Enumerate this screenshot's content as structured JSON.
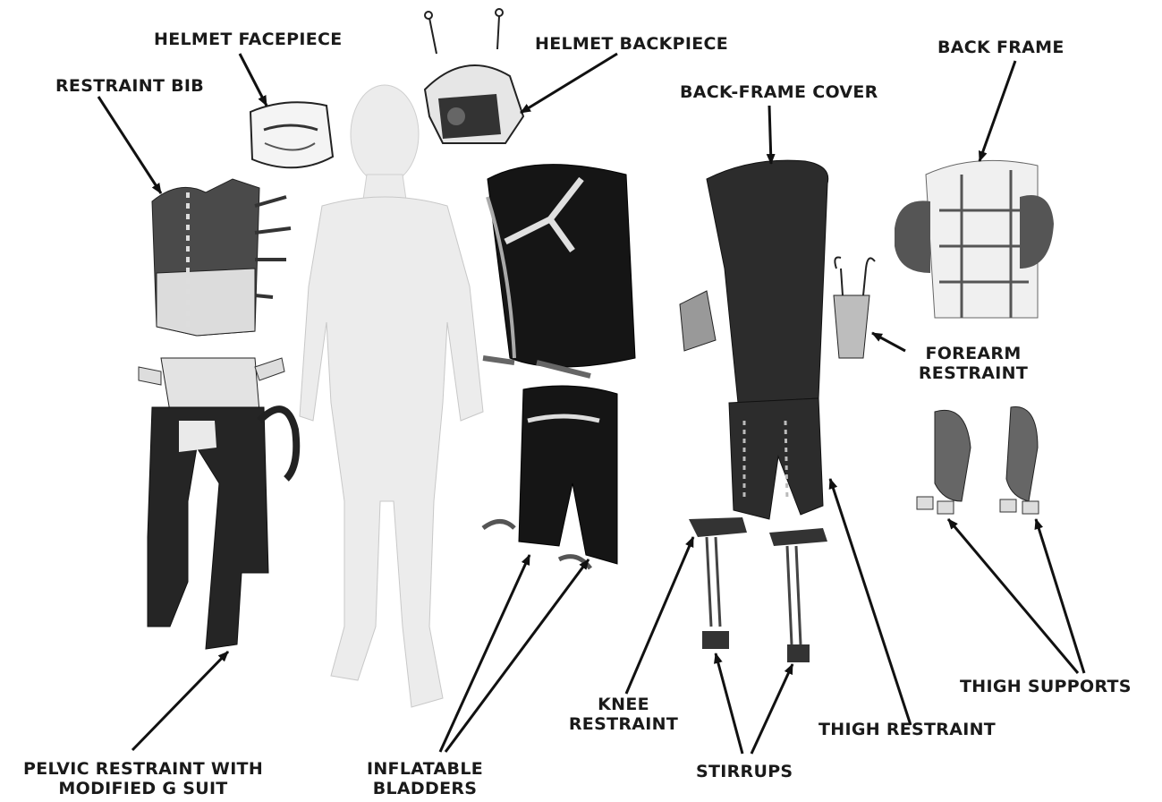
{
  "labels": {
    "helmet_facepiece": "HELMET FACEPIECE",
    "helmet_backpiece": "HELMET BACKPIECE",
    "back_frame": "BACK FRAME",
    "restraint_bib": "RESTRAINT BIB",
    "back_frame_cover": "BACK-FRAME COVER",
    "forearm_restraint_1": "FOREARM",
    "forearm_restraint_2": "RESTRAINT",
    "thigh_supports": "THIGH SUPPORTS",
    "knee_restraint_1": "KNEE",
    "knee_restraint_2": "RESTRAINT",
    "thigh_restraint": "THIGH RESTRAINT",
    "pelvic_restraint_1": "PELVIC RESTRAINT WITH",
    "pelvic_restraint_2": "MODIFIED G SUIT",
    "inflatable_bladders_1": "INFLATABLE",
    "inflatable_bladders_2": "BLADDERS",
    "stirrups": "STIRRUPS"
  }
}
